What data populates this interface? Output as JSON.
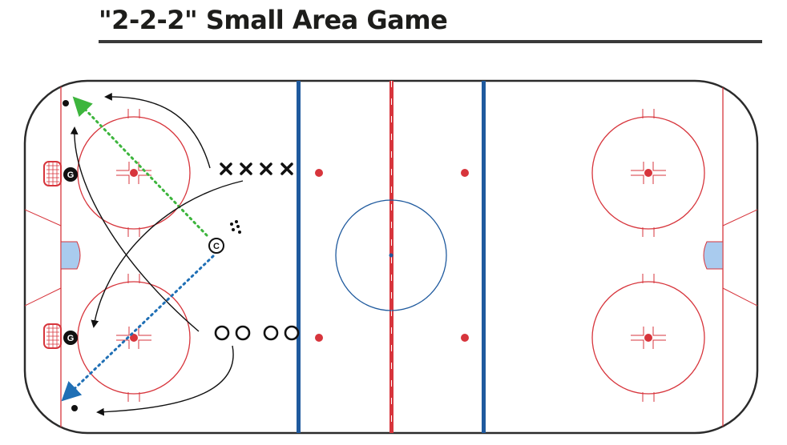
{
  "title": "\"2-2-2\" Small Area Game",
  "colors": {
    "board": "#2b2b2b",
    "red_line": "#d7353c",
    "blue_line": "#1f5a9e",
    "crease": "#a9cbee",
    "green_pass": "#3db53d",
    "blue_pass": "#1f6fb5"
  },
  "players": {
    "goalie_label": "G",
    "coach_label": "C"
  },
  "icons": [
    "hockey-net-icon",
    "puck-icon",
    "x-player-icon",
    "o-player-icon",
    "coach-icon",
    "goalie-icon",
    "puck-pile-icon"
  ]
}
